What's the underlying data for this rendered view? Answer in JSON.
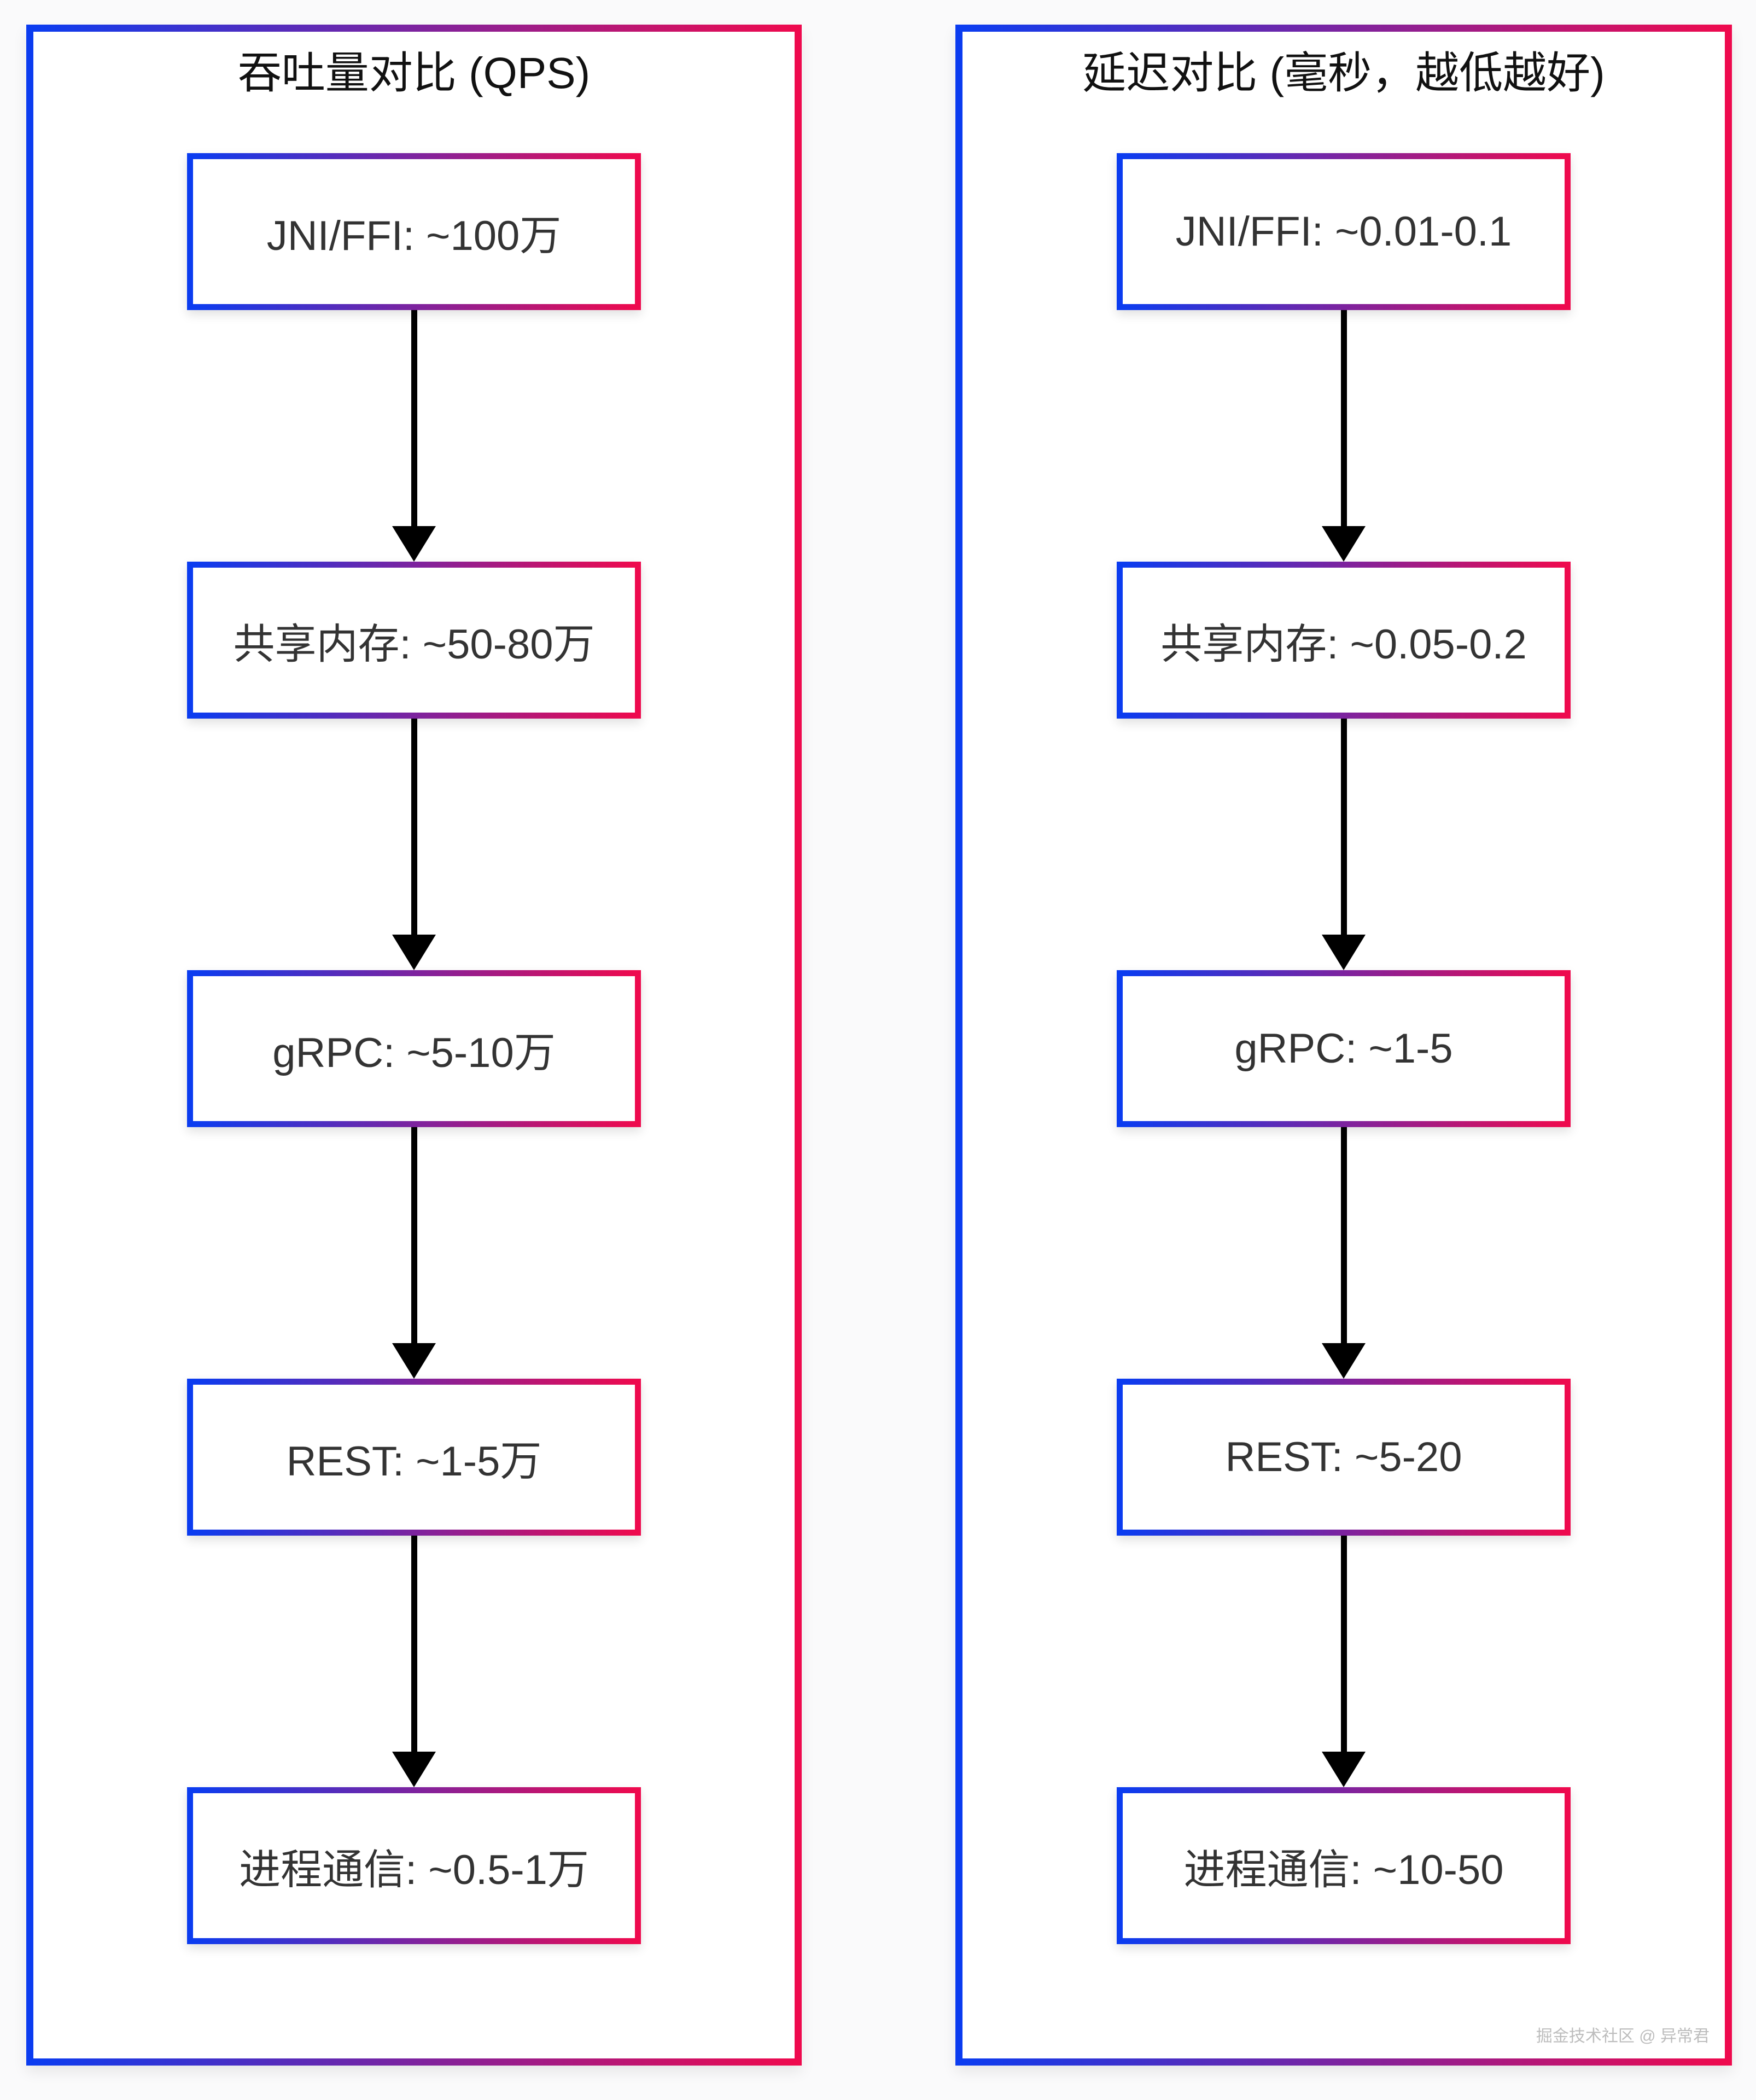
{
  "page": {
    "background_color": "#fafafb",
    "watermark": "掘金技术社区 @ 异常君"
  },
  "theme": {
    "border_gradient_start": "#0b3cf0",
    "border_gradient_end": "#ee0a4e",
    "arrow_color": "#000000",
    "node_text_color": "#333333",
    "title_color": "#111111",
    "node_background": "#ffffff"
  },
  "panels": [
    {
      "title": "吞吐量对比 (QPS)",
      "nodes": [
        {
          "label": "JNI/FFI: ~100万"
        },
        {
          "label": "共享内存: ~50-80万"
        },
        {
          "label": "gRPC: ~5-10万"
        },
        {
          "label": "REST: ~1-5万"
        },
        {
          "label": "进程通信: ~0.5-1万"
        }
      ]
    },
    {
      "title": "延迟对比 (毫秒，越低越好)",
      "nodes": [
        {
          "label": "JNI/FFI: ~0.01-0.1"
        },
        {
          "label": "共享内存: ~0.05-0.2"
        },
        {
          "label": "gRPC: ~1-5"
        },
        {
          "label": "REST: ~5-20"
        },
        {
          "label": "进程通信: ~10-50"
        }
      ]
    }
  ]
}
